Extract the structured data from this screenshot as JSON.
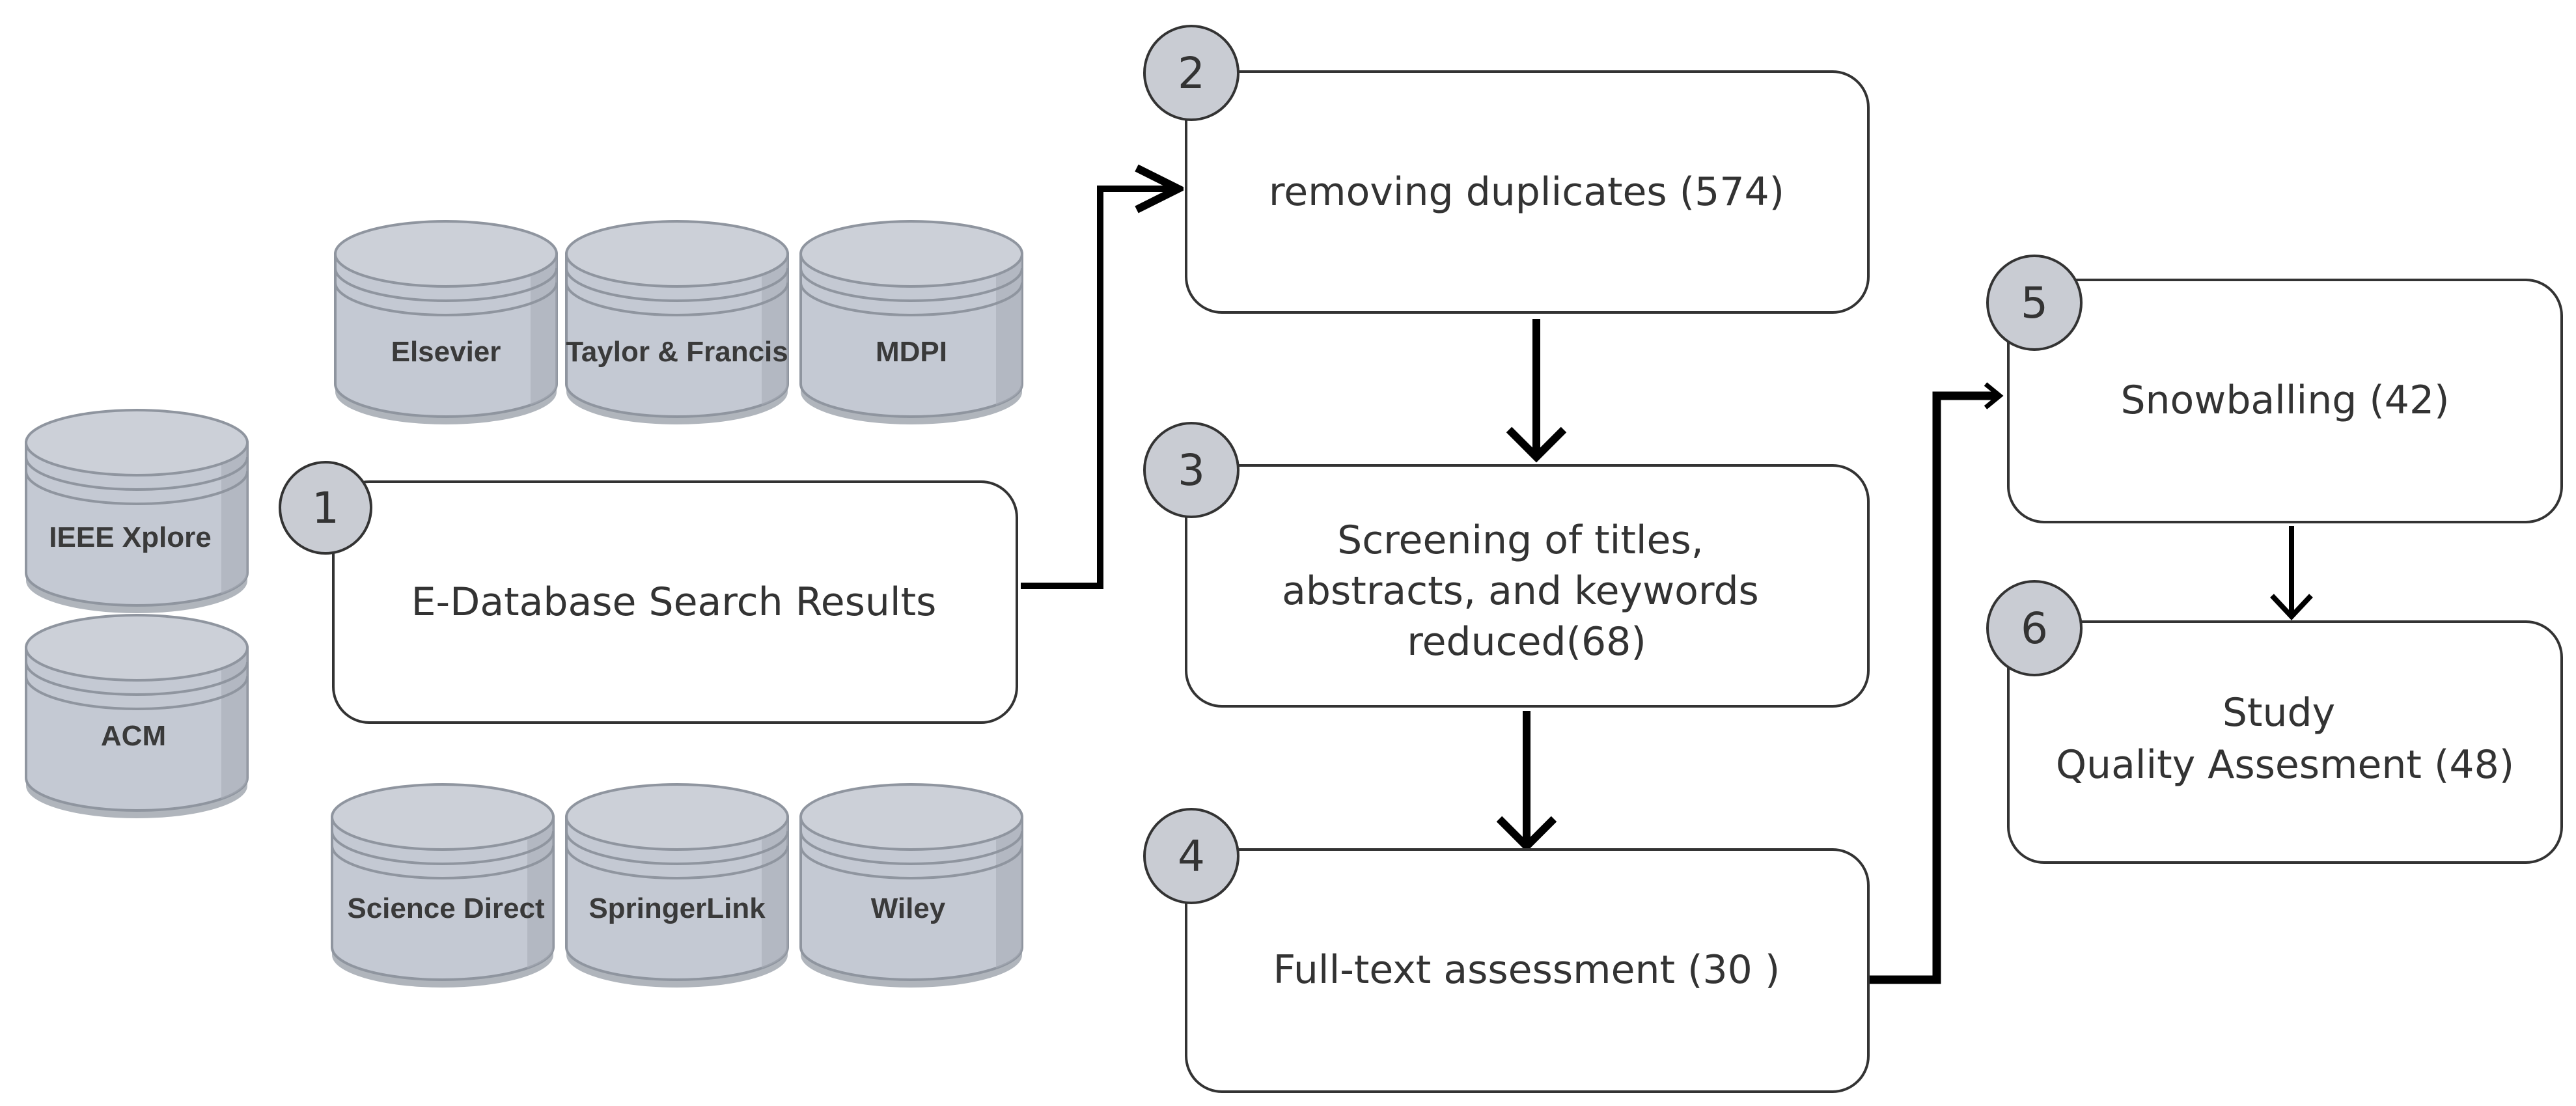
{
  "databases": [
    {
      "id": "elsevier",
      "label": "Elsevier"
    },
    {
      "id": "taylor",
      "label": "Taylor & Francis"
    },
    {
      "id": "mdpi",
      "label": "MDPI"
    },
    {
      "id": "ieee",
      "label": "IEEE Xplore"
    },
    {
      "id": "acm",
      "label": "ACM"
    },
    {
      "id": "sciencedirect",
      "label": "Science Direct"
    },
    {
      "id": "springer",
      "label": "SpringerLink"
    },
    {
      "id": "wiley",
      "label": "Wiley"
    }
  ],
  "steps": [
    {
      "number": "1",
      "lines": [
        "E-Database Search Results"
      ]
    },
    {
      "number": "2",
      "lines": [
        "removing duplicates (574)"
      ]
    },
    {
      "number": "3",
      "lines": [
        "Screening of titles,",
        "abstracts, and keywords",
        "reduced(68)"
      ]
    },
    {
      "number": "4",
      "lines": [
        "Full-text assessment (30 )"
      ]
    },
    {
      "number": "5",
      "lines": [
        "Snowballing (42)"
      ]
    },
    {
      "number": "6",
      "lines": [
        "Study",
        "Quality Assesment (48)"
      ]
    }
  ],
  "colors": {
    "cylinder_fill": "#c4c9d3",
    "cylinder_shadow": "#9aa0aa",
    "box_stroke": "#333333",
    "circle_fill": "#c9ccd3",
    "arrow": "#000000"
  }
}
